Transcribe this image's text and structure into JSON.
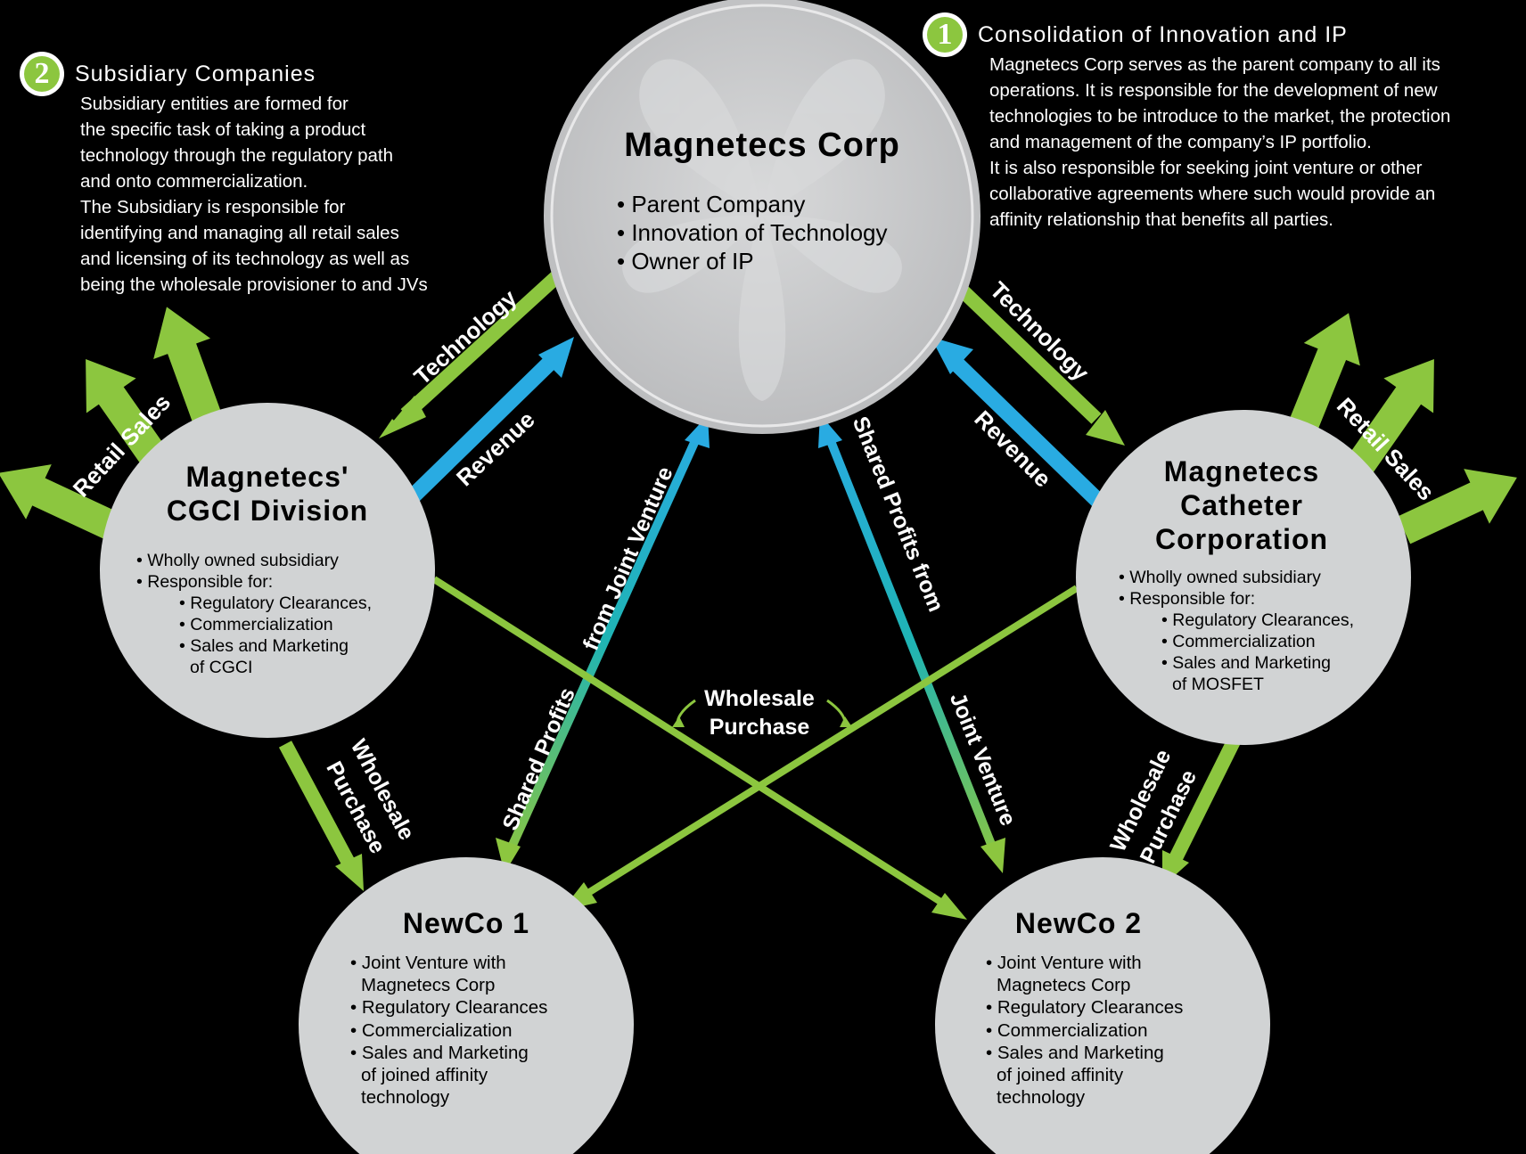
{
  "notes": {
    "innovation": {
      "number": "1",
      "title": "Consolidation of Innovation and IP",
      "lines": [
        "Magnetecs Corp serves as the parent company to all its",
        "operations. It is responsible for the development of new",
        "technologies to be introduce to the market, the protection",
        "and management of the company’s IP portfolio.",
        "It is also responsible for seeking joint venture or other",
        "collaborative agreements where such would provide an",
        "affinity relationship that benefits all parties."
      ]
    },
    "subsidiary": {
      "number": "2",
      "title": "Subsidiary Companies",
      "lines": [
        "Subsidiary entities are formed for",
        "the specific task of taking a product",
        "technology through the regulatory path",
        "and onto commercialization.",
        "The Subsidiary is responsible for",
        "identifying and managing all retail sales",
        "and licensing of its technology as well as",
        "being the wholesale provisioner to and JVs"
      ]
    }
  },
  "nodes": {
    "corp": {
      "title": "Magnetecs Corp",
      "items": [
        "• Parent Company",
        "• Innovation of Technology",
        "• Owner of IP"
      ]
    },
    "cgci": {
      "title_lines": [
        "Magnetecs'",
        "CGCI Division"
      ],
      "items": [
        "• Wholly owned subsidiary",
        "• Responsible for:",
        "• Regulatory Clearances,",
        "• Commercialization",
        "• Sales and Marketing",
        "of CGCI"
      ]
    },
    "catheter": {
      "title_lines": [
        "Magnetecs",
        "Catheter",
        "Corporation"
      ],
      "items": [
        "• Wholly owned subsidiary",
        "• Responsible for:",
        "• Regulatory Clearances,",
        "• Commercialization",
        "• Sales and Marketing",
        "of MOSFET"
      ]
    },
    "newco1": {
      "title": "NewCo 1",
      "items": [
        "• Joint Venture with",
        "Magnetecs Corp",
        "• Regulatory Clearances",
        "• Commercialization",
        "• Sales and Marketing",
        "of joined affinity",
        "technology"
      ]
    },
    "newco2": {
      "title": "NewCo 2",
      "items": [
        "• Joint Venture with",
        "Magnetecs Corp",
        "• Regulatory Clearances",
        "• Commercialization",
        "• Sales and Marketing",
        "of joined affinity",
        "technology"
      ]
    }
  },
  "labels": {
    "technology_left": "Technology",
    "technology_right": "Technology",
    "revenue_left": "Revenue",
    "revenue_right": "Revenue",
    "retail_sales_left": "Retail Sales",
    "retail_sales_right": "Retail Sales",
    "shared_profits_left_1": "Shared Profits",
    "shared_profits_left_2": "from Joint Venture",
    "shared_profits_right_1": "Shared Profits from",
    "shared_profits_right_2": "Joint Venture",
    "wholesale_left_1": "Wholesale",
    "wholesale_left_2": "Purchase",
    "wholesale_right_1": "Wholesale",
    "wholesale_right_2": "Purchase",
    "wholesale_center_1": "Wholesale",
    "wholesale_center_2": "Purchase"
  },
  "colors": {
    "green": "#8cc63f",
    "blue": "#29abe2",
    "teal": "#22b3c8",
    "circle": "#d1d3d4",
    "corp_circle": "#c8c9cb",
    "background": "#000000"
  }
}
